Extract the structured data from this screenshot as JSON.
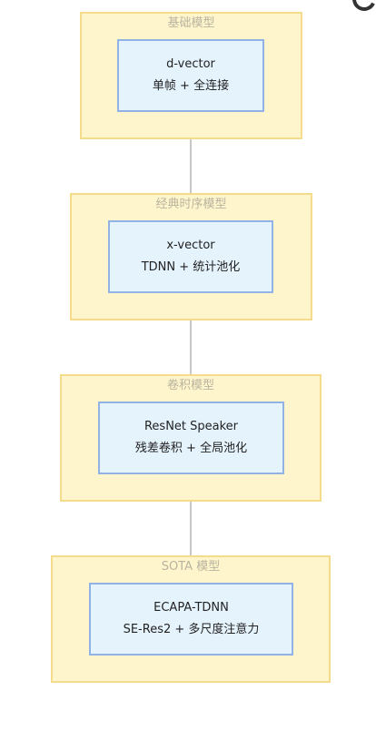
{
  "diagram": {
    "groups": [
      {
        "id": "g1",
        "label": "基础模型",
        "node": {
          "line1": "d-vector",
          "line2": "单帧 + 全连接"
        }
      },
      {
        "id": "g2",
        "label": "经典时序模型",
        "node": {
          "line1": "x-vector",
          "line2": "TDNN + 统计池化"
        }
      },
      {
        "id": "g3",
        "label": "卷积模型",
        "node": {
          "line1": "ResNet Speaker",
          "line2": "残差卷积 + 全局池化"
        }
      },
      {
        "id": "g4",
        "label": "SOTA 模型",
        "node": {
          "line1": "ECAPA-TDNN",
          "line2": "SE-Res2 + 多尺度注意力"
        }
      }
    ],
    "edges": [
      {
        "from": "g1",
        "to": "g2"
      },
      {
        "from": "g2",
        "to": "g3"
      },
      {
        "from": "g3",
        "to": "g4"
      }
    ],
    "colors": {
      "group_fill": "#fff5cc",
      "group_border": "#f5dc8c",
      "node_fill": "#e5f3fd",
      "node_border": "#92b1e4",
      "edge": "#b5b5b5"
    }
  }
}
